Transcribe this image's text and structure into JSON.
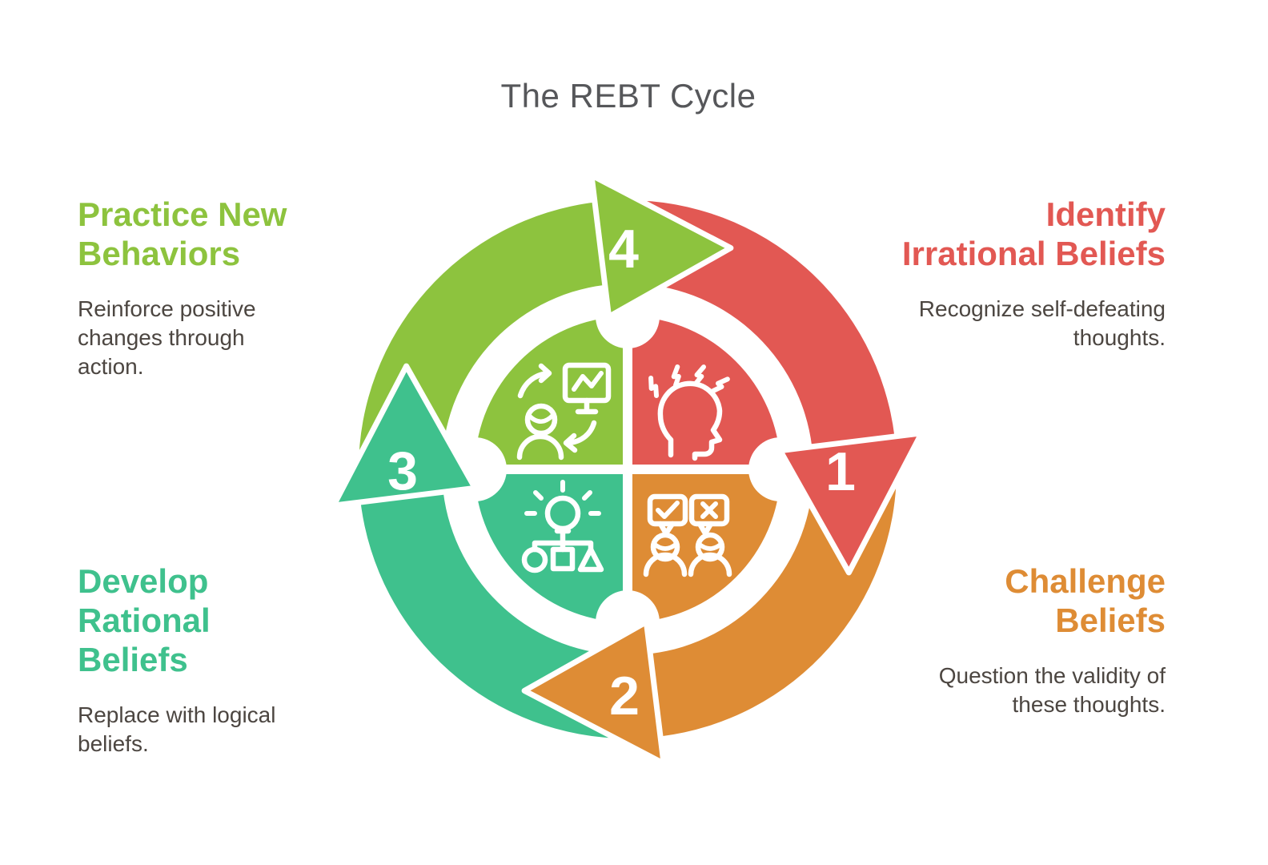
{
  "title": "The REBT Cycle",
  "colors": {
    "background": "#FFFFFF",
    "title_text": "#56575A",
    "body_text": "#4C4641",
    "number_text": "#FFFFFF",
    "step1_red": "#E25853",
    "step2_orange": "#DE8C35",
    "step3_teal": "#3FC18D",
    "step4_lime": "#8DC33E"
  },
  "steps": [
    {
      "number": "1",
      "label": "Identify Irrational Beliefs",
      "description": "Recognize self-defeating thoughts.",
      "color": "#E25853",
      "icon": "stressed-head-icon"
    },
    {
      "number": "2",
      "label": "Challenge Beliefs",
      "description": "Question the validity of these thoughts.",
      "color": "#DE8C35",
      "icon": "debate-check-x-icon"
    },
    {
      "number": "3",
      "label": "Develop Rational Beliefs",
      "description": "Replace with logical beliefs.",
      "color": "#3FC18D",
      "icon": "idea-balance-icon"
    },
    {
      "number": "4",
      "label": "Practice New Behaviors",
      "description": "Reinforce positive changes through action.",
      "color": "#8DC33E",
      "icon": "practice-cycle-icon"
    }
  ]
}
